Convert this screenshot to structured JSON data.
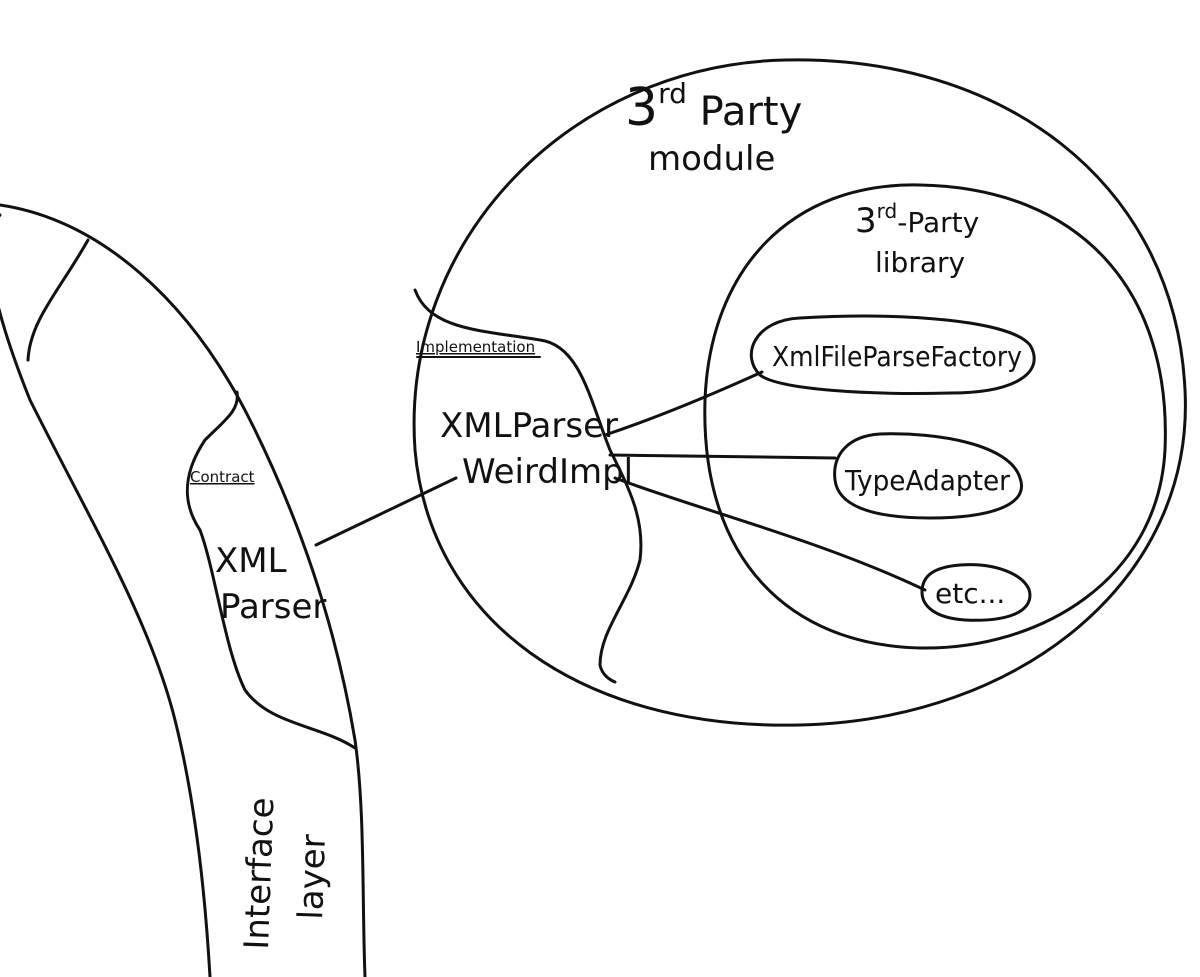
{
  "colors": {
    "ink": "#111111",
    "background": "#ffffff"
  },
  "regions": {
    "interface_layer": {
      "line1": "Interface",
      "line2": "layer"
    },
    "contract": {
      "label": "Contract",
      "title_line1": "XML",
      "title_line2": "Parser"
    },
    "third_party_module": {
      "line1": "3",
      "sup": "rd",
      "line1_rest": " Party",
      "line2": "module"
    },
    "third_party_library": {
      "line1": "3",
      "sup": "rd",
      "line1_rest": "-Party",
      "line2": "library"
    },
    "implementation": {
      "label": "Implementation",
      "title_line1": "XMLParser",
      "title_line2": "WeirdImpl"
    }
  },
  "nodes": [
    {
      "label": "XmlFileParseFactory"
    },
    {
      "label": "TypeAdapter"
    },
    {
      "label": "etc..."
    }
  ]
}
